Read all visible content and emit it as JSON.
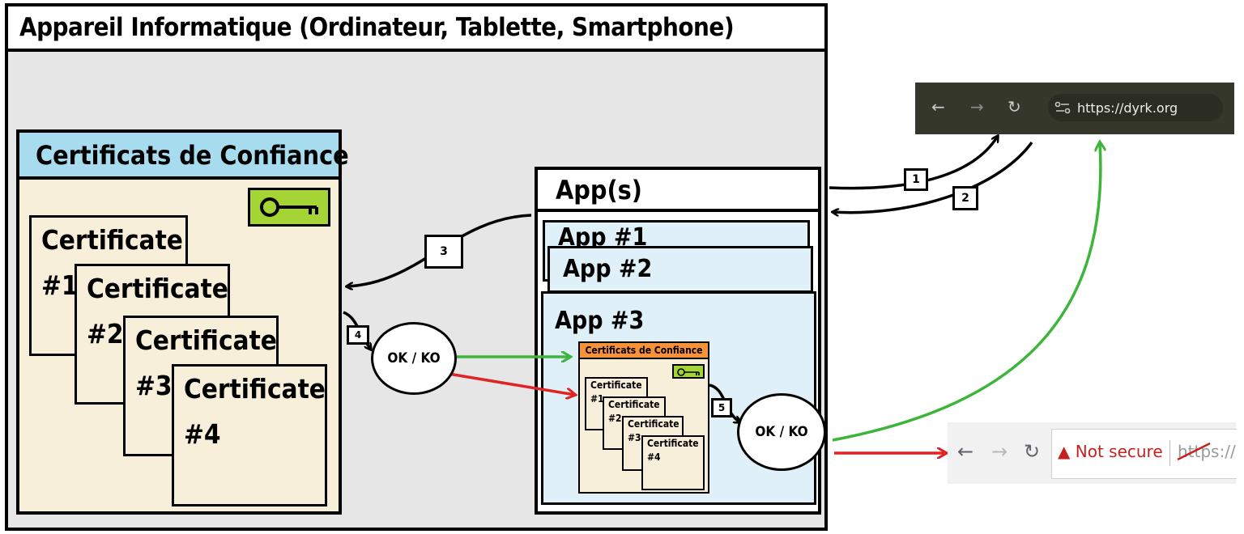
{
  "device": {
    "title": "Appareil Informatique (Ordinateur, Tablette, Smartphone)"
  },
  "trust_store": {
    "title": "Certificats de Confiance",
    "certificates": [
      {
        "line1": "Certificate",
        "line2": "#1"
      },
      {
        "line1": "Certificate",
        "line2": "#2"
      },
      {
        "line1": "Certificate",
        "line2": "#3"
      },
      {
        "line1": "Certificate",
        "line2": "#4"
      }
    ]
  },
  "apps": {
    "title": "App(s)",
    "items": [
      "App #1",
      "App #2",
      "App #3"
    ],
    "inner_store": {
      "title": "Certificats de Confiance",
      "certificates": [
        {
          "line1": "Certificate",
          "line2": "#1"
        },
        {
          "line1": "Certificate",
          "line2": "#2"
        },
        {
          "line1": "Certificate",
          "line2": "#3"
        },
        {
          "line1": "Certificate",
          "line2": "#4"
        }
      ]
    }
  },
  "steps": [
    "1",
    "2",
    "3",
    "4",
    "5"
  ],
  "results": {
    "check1": "OK / KO",
    "check2": "OK / KO"
  },
  "browser_secure": {
    "url": "https://dyrk.org",
    "icons": [
      "back-arrow-icon",
      "forward-arrow-icon",
      "reload-icon",
      "site-settings-icon"
    ]
  },
  "browser_insecure": {
    "warning": "Not secure",
    "protocol": "https://",
    "icons": [
      "back-arrow-icon",
      "forward-arrow-icon",
      "reload-icon",
      "warning-triangle-icon"
    ]
  },
  "colors": {
    "ok": "#3cb53a",
    "ko": "#e02424",
    "trust_header": "#a7dcef",
    "store_bg": "#f7efd9",
    "key": "#a4d534",
    "app_bg": "#dff0f8",
    "mini_header": "#f7913a"
  }
}
